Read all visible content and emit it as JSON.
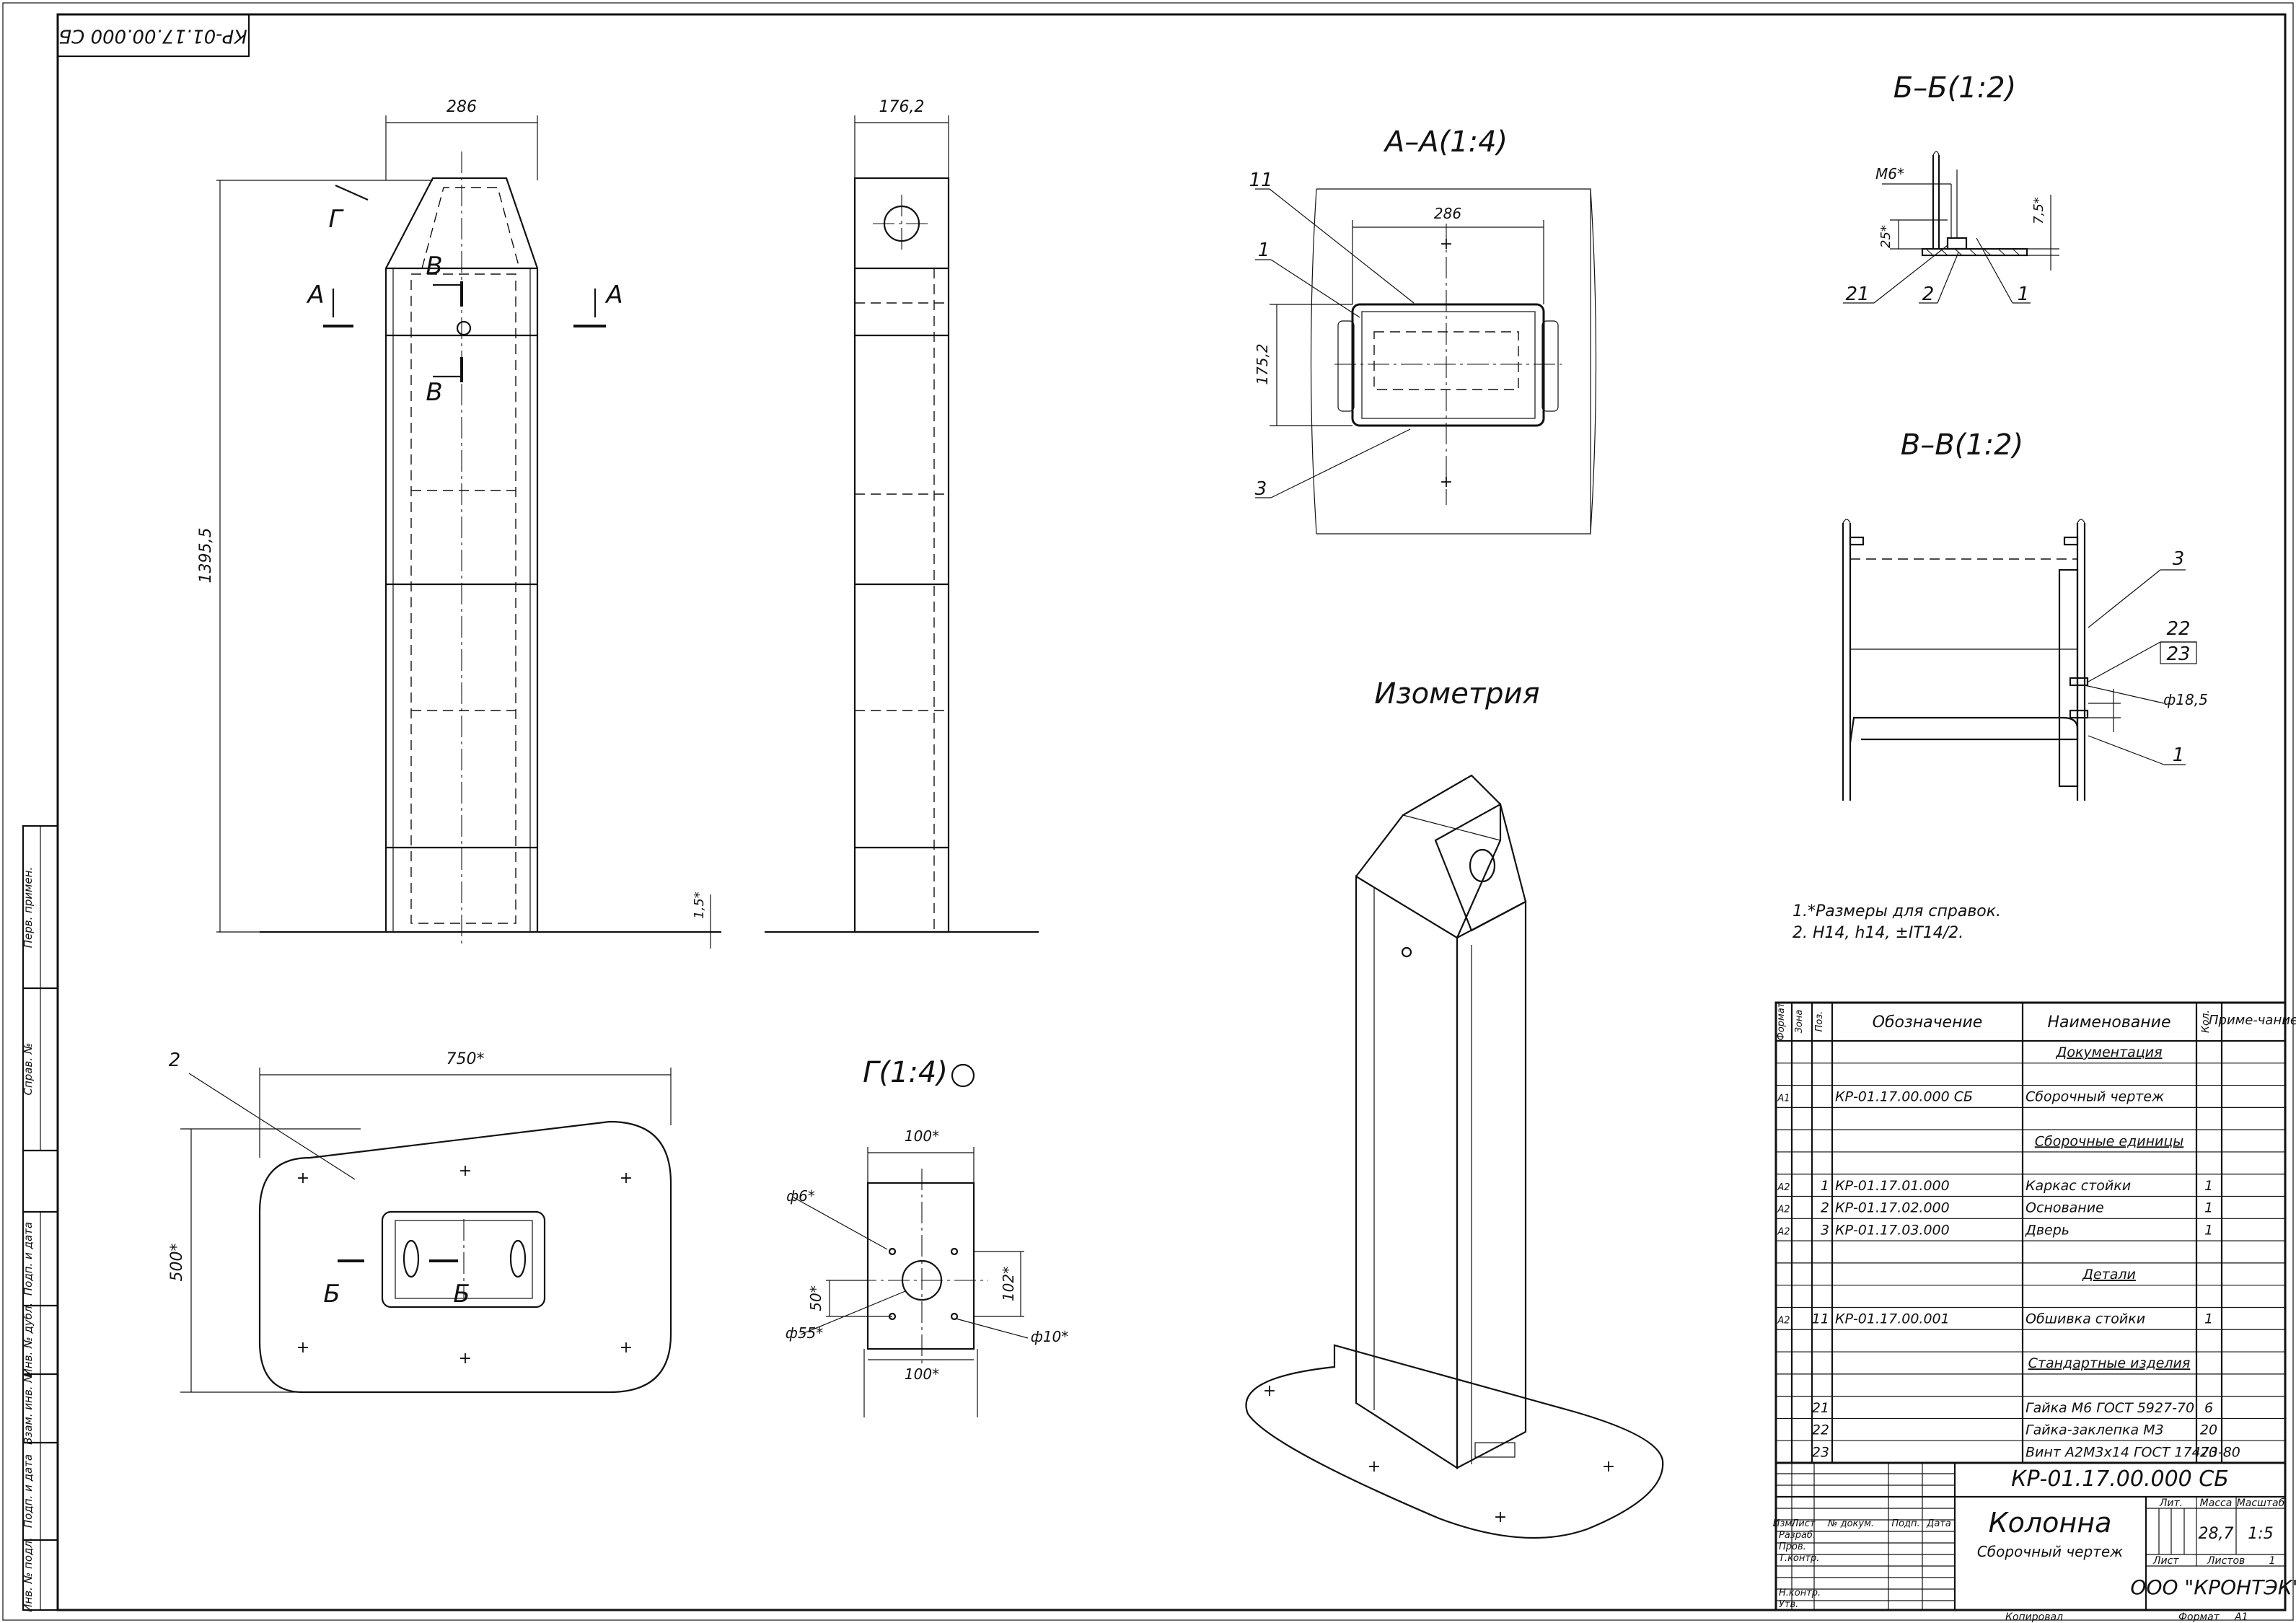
{
  "doc_code_rotated": "КР-01.17.00.000 СБ",
  "views": {
    "front": {
      "width": "286",
      "height": "1395,5",
      "base": "1,5*",
      "arrow_g": "Г",
      "cut_a": "А",
      "cut_v": "В"
    },
    "side": {
      "width": "176,2"
    },
    "section_aa": {
      "title": "А–А(1:4)",
      "width": "286",
      "height": "175,2",
      "pos11": "11",
      "pos1": "1",
      "pos3": "3"
    },
    "section_bb": {
      "title": "Б–Б(1:2)",
      "m6": "М6*",
      "d25": "25*",
      "d75": "7,5*",
      "pos21": "21",
      "pos2": "2",
      "pos1": "1"
    },
    "section_vv": {
      "title": "В–В(1:2)",
      "pos3": "3",
      "pos22": "22",
      "pos23": "23",
      "d185": "ф18,5",
      "pos1": "1"
    },
    "plan": {
      "width": "750*",
      "height": "500*",
      "pos2": "2",
      "cut_b": "Б"
    },
    "view_g": {
      "title": "Г(1:4)",
      "w_top": "100*",
      "w_bot": "100*",
      "d6": "ф6*",
      "d55": "ф55*",
      "h50": "50*",
      "h102": "102*",
      "d10": "ф10*"
    },
    "iso": {
      "title": "Изометрия"
    }
  },
  "notes": [
    "1.*Размеры для справок.",
    "2. H14, h14, ±IT14/2."
  ],
  "spec": {
    "headers": {
      "format": "Формат",
      "zone": "Зона",
      "pos": "Поз.",
      "designation": "Обозначение",
      "name": "Наименование",
      "qty": "Кол.",
      "note": "Приме-чание"
    },
    "rows": [
      {
        "format": "",
        "pos": "",
        "designation": "",
        "name": "Документация",
        "qty": "",
        "section": true
      },
      {
        "format": "",
        "pos": "",
        "designation": "",
        "name": "",
        "qty": ""
      },
      {
        "format": "А1",
        "pos": "",
        "designation": "КР-01.17.00.000 СБ",
        "name": "Сборочный чертеж",
        "qty": ""
      },
      {
        "format": "",
        "pos": "",
        "designation": "",
        "name": "",
        "qty": ""
      },
      {
        "format": "",
        "pos": "",
        "designation": "",
        "name": "Сборочные единицы",
        "qty": "",
        "section": true
      },
      {
        "format": "",
        "pos": "",
        "designation": "",
        "name": "",
        "qty": ""
      },
      {
        "format": "А2",
        "pos": "1",
        "designation": "КР-01.17.01.000",
        "name": "Каркас стойки",
        "qty": "1"
      },
      {
        "format": "А2",
        "pos": "2",
        "designation": "КР-01.17.02.000",
        "name": "Основание",
        "qty": "1"
      },
      {
        "format": "А2",
        "pos": "3",
        "designation": "КР-01.17.03.000",
        "name": "Дверь",
        "qty": "1"
      },
      {
        "format": "",
        "pos": "",
        "designation": "",
        "name": "",
        "qty": ""
      },
      {
        "format": "",
        "pos": "",
        "designation": "",
        "name": "Детали",
        "qty": "",
        "section": true
      },
      {
        "format": "",
        "pos": "",
        "designation": "",
        "name": "",
        "qty": ""
      },
      {
        "format": "А2",
        "pos": "11",
        "designation": "КР-01.17.00.001",
        "name": "Обшивка стойки",
        "qty": "1"
      },
      {
        "format": "",
        "pos": "",
        "designation": "",
        "name": "",
        "qty": ""
      },
      {
        "format": "",
        "pos": "",
        "designation": "",
        "name": "Стандартные изделия",
        "qty": "",
        "section": true
      },
      {
        "format": "",
        "pos": "",
        "designation": "",
        "name": "",
        "qty": ""
      },
      {
        "format": "",
        "pos": "21",
        "designation": "",
        "name": "Гайка М6 ГОСТ 5927-70",
        "qty": "6"
      },
      {
        "format": "",
        "pos": "22",
        "designation": "",
        "name": "Гайка-заклепка М3",
        "qty": "20"
      },
      {
        "format": "",
        "pos": "23",
        "designation": "",
        "name": "Винт А2М3х14 ГОСТ 17473-80",
        "qty": "20"
      }
    ]
  },
  "title_block": {
    "code": "КР-01.17.00.000 СБ",
    "product": "Колонна",
    "doc_type": "Сборочный чертеж",
    "mass": "28,7",
    "scale": "1:5",
    "lit_label": "Лит.",
    "mass_label": "Масса",
    "scale_label": "Масштаб",
    "sheet_label": "Лист",
    "sheets_label": "Листов",
    "sheets": "1",
    "company": "ООО \"КРОНТЭК\"",
    "cols": {
      "izm": "Изм.",
      "list": "Лист",
      "doc": "№ докум.",
      "sign": "Подп.",
      "date": "Дата"
    },
    "roles": {
      "razrab": "Разраб.",
      "prov": "Пров.",
      "tkontr": "Т.контр.",
      "nkontr": "Н.контр.",
      "utv": "Утв."
    },
    "copied": "Копировал",
    "format_label": "Формат",
    "format": "А1"
  },
  "side_strip": {
    "perv": "Перв. примен.",
    "sprav": "Справ. №",
    "podp_data1": "Подп. и дата",
    "inv_dubl": "Инв. № дубл.",
    "vzam": "Взам. инв. №",
    "podp_data2": "Подп. и дата",
    "inv_podl": "Инв. № подл."
  }
}
